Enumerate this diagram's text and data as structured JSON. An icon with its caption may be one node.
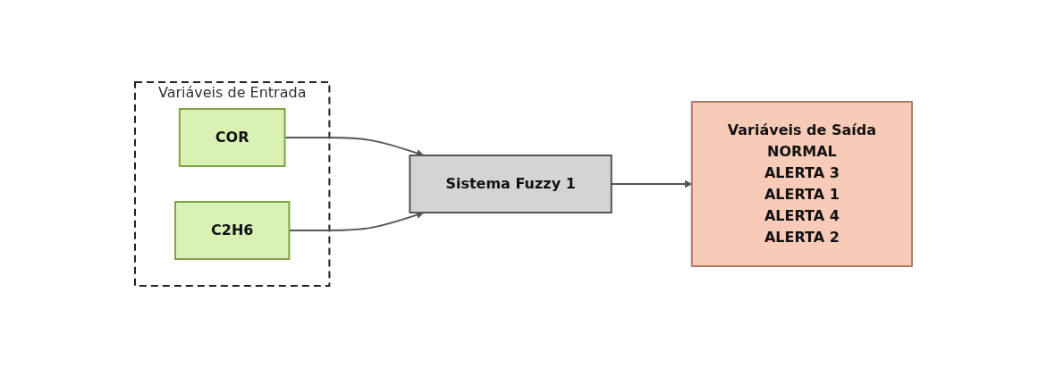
{
  "diagram": {
    "nodes": [
      {
        "text": [
          "Variáveis de Entrada"
        ]
      },
      {
        "text": [
          "COR"
        ],
        "in": 0
      },
      {
        "text": [
          "C2H6"
        ],
        "in": 0
      },
      {
        "text": [
          "Sistema Fuzzy 1"
        ]
      },
      {
        "text": [
          "Variáveis de Saída",
          "NORMAL",
          "ALERTA 3",
          "ALERTA 1",
          "ALERTA 4",
          "ALERTA 2"
        ]
      }
    ],
    "edges": [
      {
        "from": 1,
        "to": 3,
        "arrow": "to"
      },
      {
        "from": 2,
        "to": 3,
        "arrow": "to"
      },
      {
        "from": 3,
        "to": 4,
        "arrow": "to"
      }
    ]
  }
}
